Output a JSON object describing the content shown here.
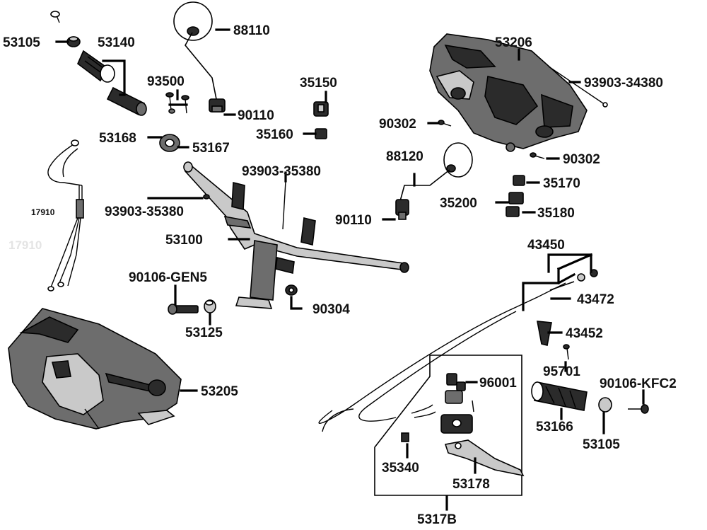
{
  "parts": {
    "p53105_top": "53105",
    "p53140": "53140",
    "p88110": "88110",
    "p93500": "93500",
    "p90110_top": "90110",
    "p35150": "35150",
    "p35160": "35160",
    "p53168": "53168",
    "p53167": "53167",
    "p53206": "53206",
    "p93903_34380": "93903-34380",
    "p90302_left": "90302",
    "p90302_right": "90302",
    "p93903_35380_top": "93903-35380",
    "p93903_35380_left": "93903-35380",
    "p88120": "88120",
    "p35170": "35170",
    "p35200": "35200",
    "p35180": "35180",
    "p17910": "17910",
    "p17910_ghost": "17910",
    "p90110_mid": "90110",
    "p53100": "53100",
    "p43450": "43450",
    "p90106_gen5": "90106-GEN5",
    "p43472": "43472",
    "p90304": "90304",
    "p53125": "53125",
    "p43452": "43452",
    "p95701": "95701",
    "p96001": "96001",
    "p90106_kfc2": "90106-KFC2",
    "p53205": "53205",
    "p53166": "53166",
    "p53105_bottom": "53105",
    "p35340": "35340",
    "p53178": "53178",
    "p5317b": "5317B"
  }
}
